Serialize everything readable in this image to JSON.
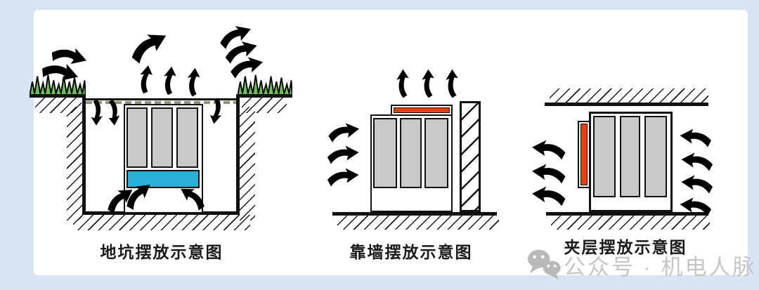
{
  "canvas": {
    "background": "#d7e5f3",
    "surface": "#ffffff"
  },
  "colors": {
    "intake_arrow": "#3ab4e8",
    "exhaust_arrow": "#e84a7d",
    "water_band": "#29b1d8",
    "heat_panel": "#e8400c",
    "unit_panel": "#c9c9c9",
    "grass": "#6fbf5a",
    "ink": "#111111",
    "watermark": "#c6c6c6"
  },
  "diagrams": [
    {
      "id": "pit",
      "caption": "地坑摆放示意图"
    },
    {
      "id": "wall",
      "caption": "靠墙摆放示意图"
    },
    {
      "id": "mezzanine",
      "caption": "夹层摆放示意图"
    }
  ],
  "watermark": {
    "icon": "wechat-icon",
    "text": "公众号 · 机电人脉"
  }
}
